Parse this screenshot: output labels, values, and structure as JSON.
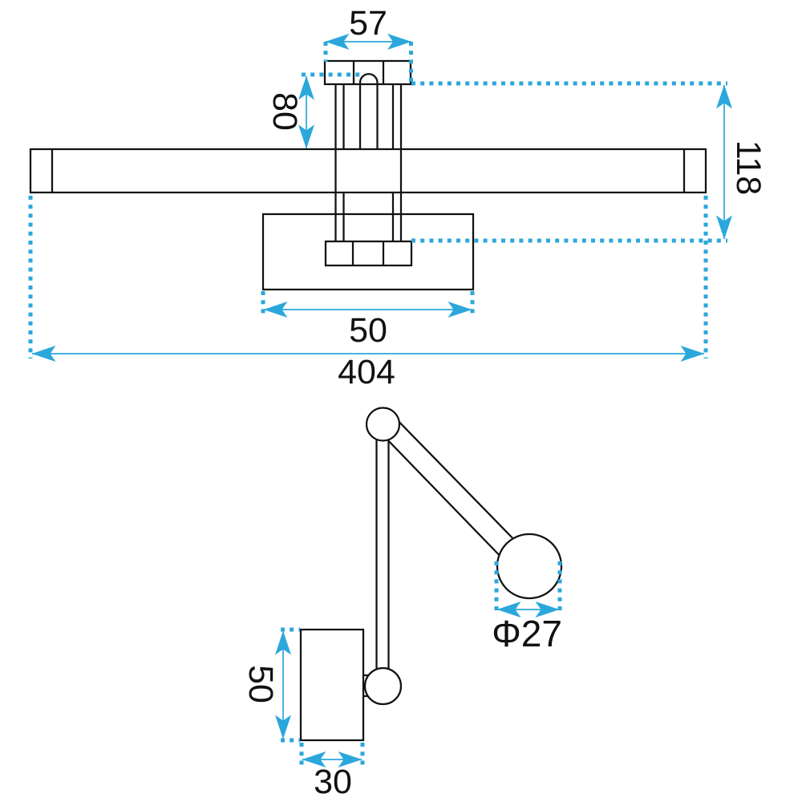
{
  "dimensions": {
    "front_view": {
      "canopy_width": "57",
      "canopy_to_tube_drop": "80",
      "overall_depth": "118",
      "backplate_width": "50",
      "overall_width": "404"
    },
    "side_view": {
      "tube_diameter": "Φ27",
      "wall_box_height": "50",
      "wall_box_width": "30"
    }
  },
  "colors": {
    "dimension_accent": "#2BA7DB",
    "outline": "#111111",
    "background": "#ffffff"
  }
}
